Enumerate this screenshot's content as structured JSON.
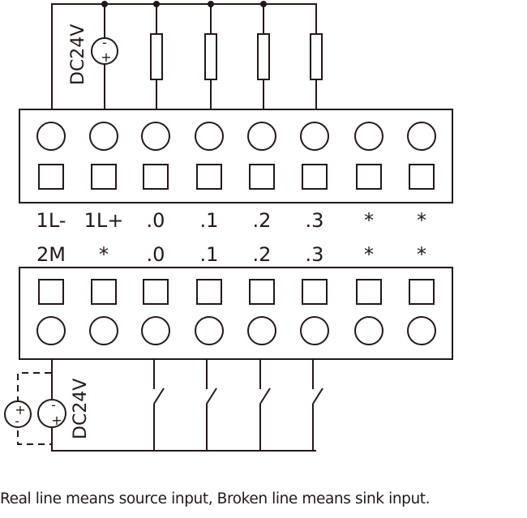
{
  "colors": {
    "line": "#231815",
    "background": "#ffffff"
  },
  "output_module": {
    "supply_label": "DC24V",
    "supply_polarity": {
      "top": "-",
      "bottom": "+"
    },
    "terminal_labels": [
      "1L-",
      "1L+",
      ".0",
      ".1",
      ".2",
      ".3",
      "*",
      "*"
    ],
    "load_count": 4
  },
  "input_module": {
    "supply_label": "DC24V",
    "source_supply_polarity": {
      "top": "-",
      "bottom": "+"
    },
    "sink_supply_polarity": {
      "top": "+",
      "bottom": "-"
    },
    "terminal_labels": [
      "2M",
      "*",
      ".0",
      ".1",
      ".2",
      ".3",
      "*",
      "*"
    ],
    "switch_count": 4
  },
  "caption": "Real line means source input, Broken line means sink input."
}
